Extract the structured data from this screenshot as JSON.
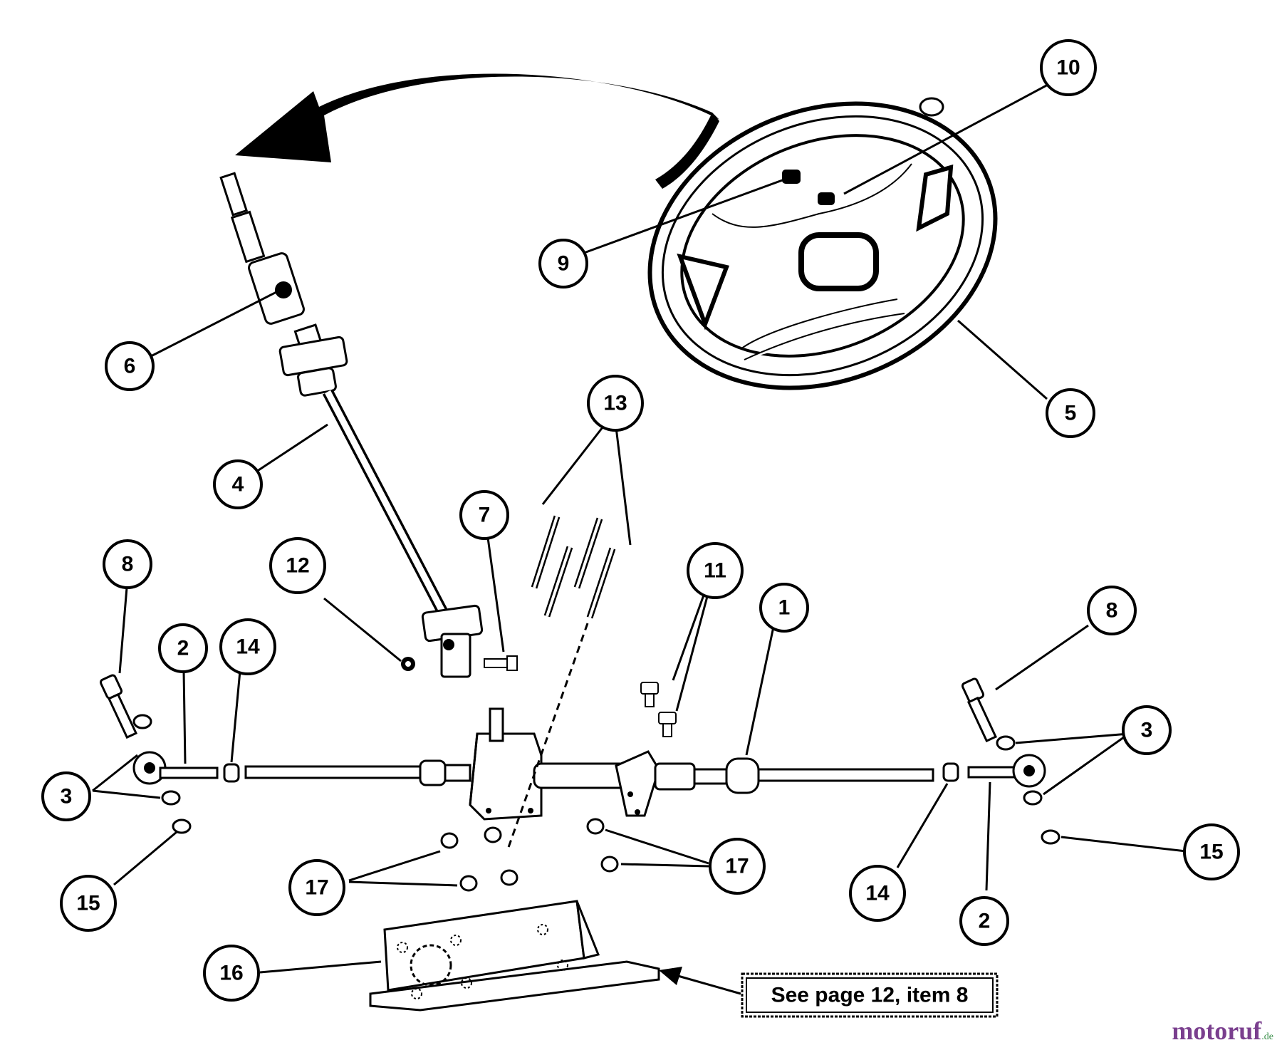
{
  "callouts": {
    "c1": "1",
    "c2a": "2",
    "c2b": "2",
    "c3a": "3",
    "c3b": "3",
    "c4": "4",
    "c5": "5",
    "c6": "6",
    "c7": "7",
    "c8a": "8",
    "c8b": "8",
    "c9": "9",
    "c10": "10",
    "c11": "11",
    "c12": "12",
    "c13": "13",
    "c14a": "14",
    "c14b": "14",
    "c15a": "15",
    "c15b": "15",
    "c16": "16",
    "c17a": "17",
    "c17b": "17"
  },
  "note": {
    "text": "See page 12, item 8"
  },
  "watermark": {
    "main": "motoruf",
    "tld": ".de"
  }
}
